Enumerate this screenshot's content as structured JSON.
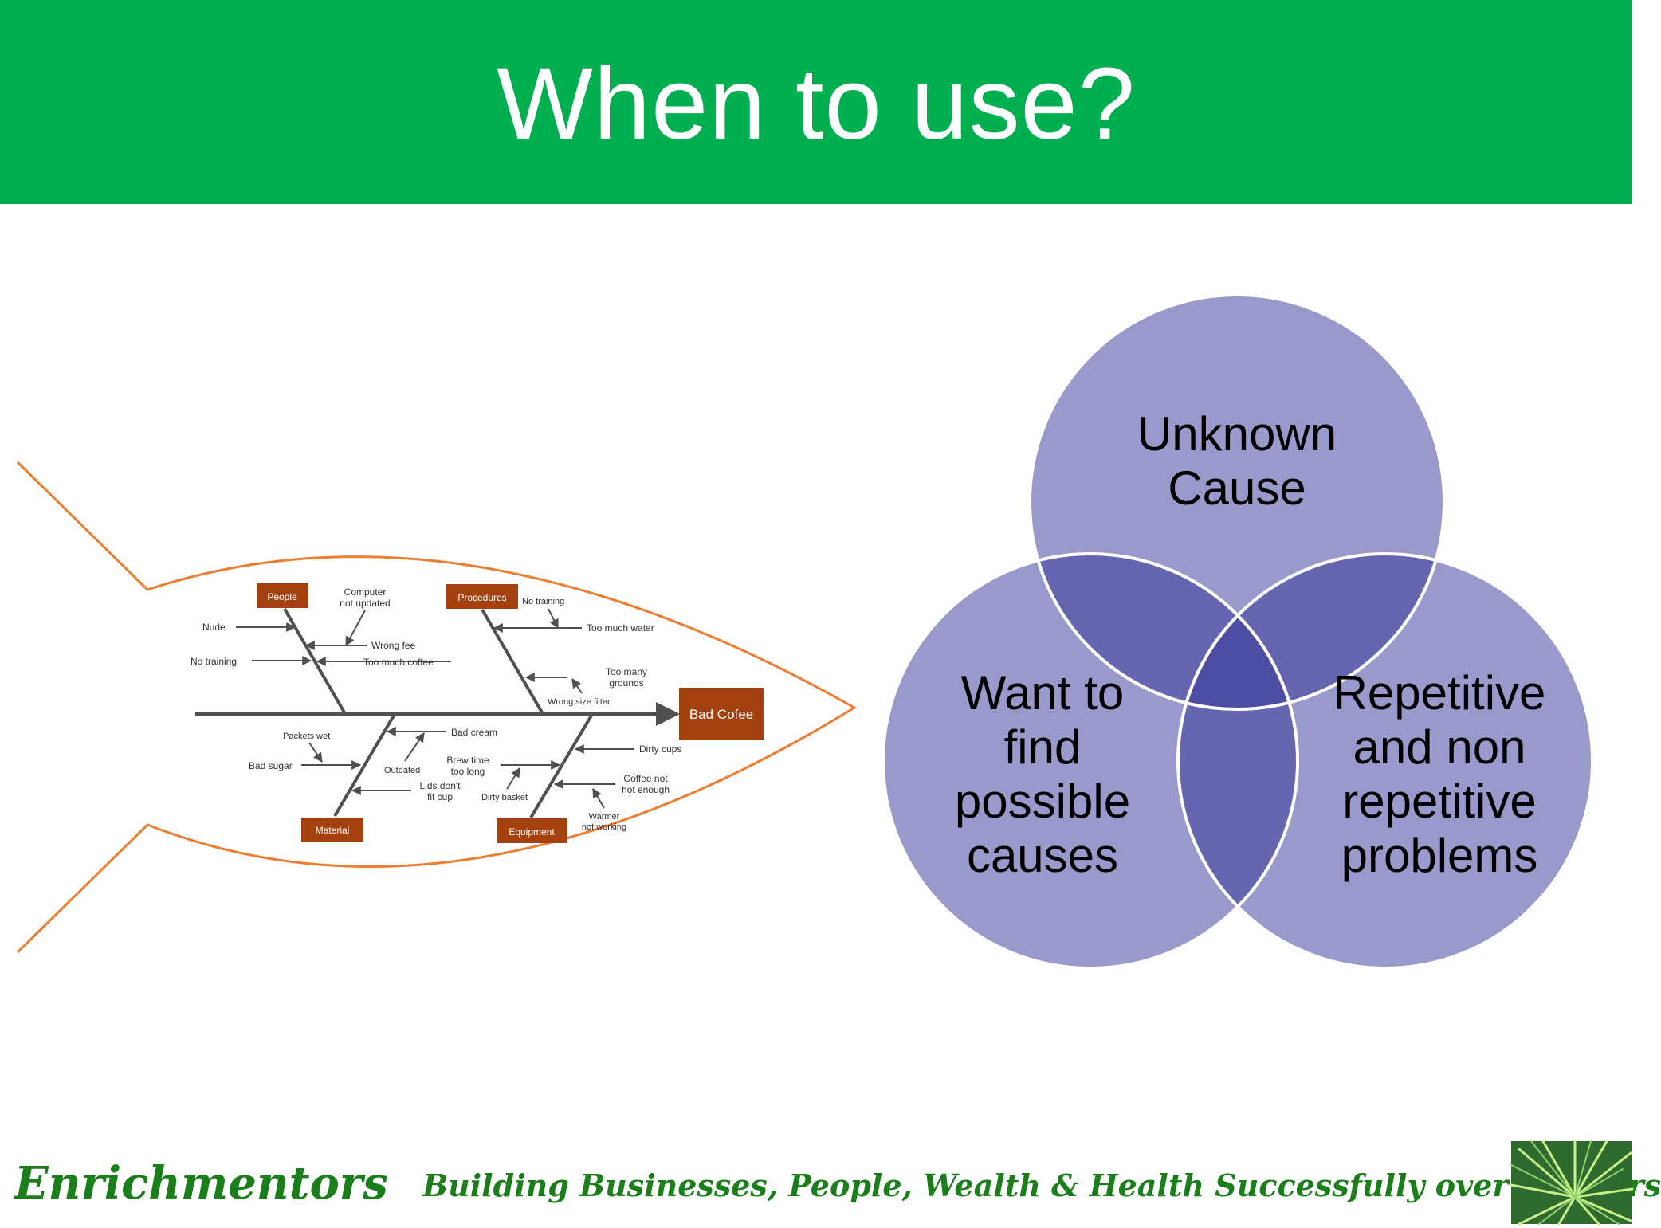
{
  "slide": {
    "title": "When to use?"
  },
  "fishbone": {
    "effect": "Bad Cofee",
    "categories": [
      {
        "label": "People",
        "causes": [
          "Computer not updated",
          "Nude",
          "Wrong fee",
          "No training",
          "Too much coffee"
        ]
      },
      {
        "label": "Procedures",
        "causes": [
          "No training",
          "Too much water",
          "Too many grounds",
          "Wrong size filter"
        ]
      },
      {
        "label": "Material",
        "causes": [
          "Packets wet",
          "Bad cream",
          "Bad sugar",
          "Outdated",
          "Lids don't fit cup"
        ]
      },
      {
        "label": "Equipment",
        "causes": [
          "Brew time too long",
          "Dirty cups",
          "Dirty basket",
          "Coffee not hot enough",
          "Warmer not working"
        ]
      }
    ],
    "colors": {
      "box": "#a5400f",
      "outline": "#ed7d31",
      "bone": "#505050"
    }
  },
  "venn": {
    "circles": [
      "Unknown Cause",
      "Want to find possible causes",
      "Repetitive and non repetitive problems"
    ],
    "colors": {
      "fill": "#9999cc",
      "overlap": "#6666b0",
      "center": "#4d4da3",
      "stroke": "#ffffff"
    }
  },
  "footer": {
    "brand": "Enrichmentors",
    "tagline": "Building Businesses, People, Wealth & Health Successfully over 40 years",
    "logo_icon": "palm-leaf-icon"
  }
}
